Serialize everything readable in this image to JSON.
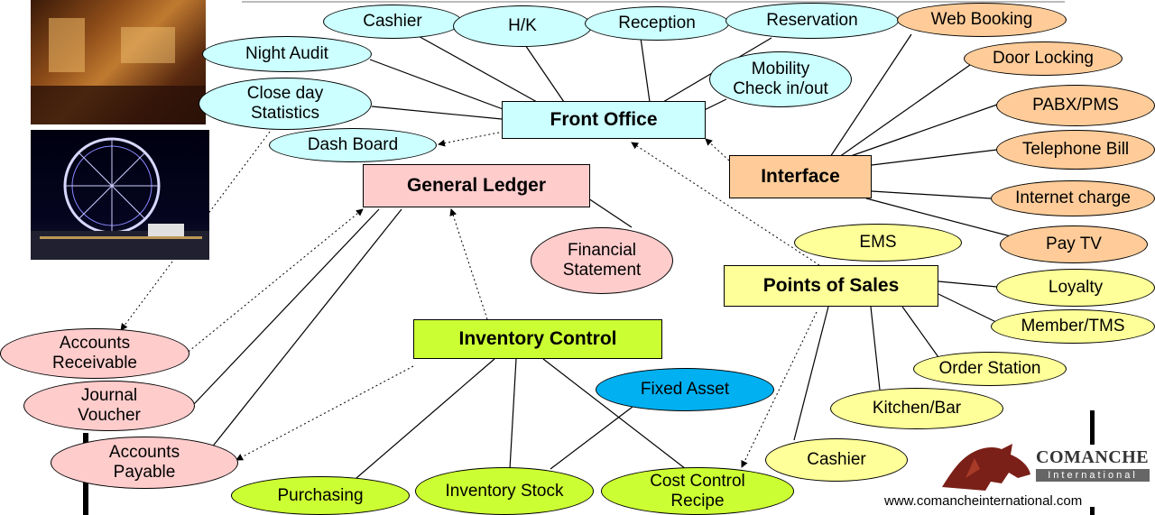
{
  "nodes": {
    "front_office": "Front Office",
    "general_ledger": "General Ledger",
    "interface": "Interface",
    "points_of_sales": "Points of Sales",
    "inventory_control": "Inventory Control",
    "cashier_fo": "Cashier",
    "hk": "H/K",
    "reception": "Reception",
    "reservation": "Reservation",
    "night_audit": "Night Audit",
    "mobility_checkin": "Mobility\nCheck in/out",
    "close_day_statistics": "Close day\nStatistics",
    "dash_board": "Dash Board",
    "web_booking": "Web Booking",
    "door_locking": "Door Locking",
    "pabx_pms": "PABX/PMS",
    "telephone_bill": "Telephone Bill",
    "internet_charge": "Internet charge",
    "pay_tv": "Pay TV",
    "ems": "EMS",
    "loyalty": "Loyalty",
    "member_tms": "Member/TMS",
    "order_station": "Order Station",
    "kitchen_bar": "Kitchen/Bar",
    "cashier_pos": "Cashier",
    "financial_statement": "Financial\nStatement",
    "accounts_receivable": "Accounts\nReceivable",
    "journal_voucher": "Journal\nVoucher",
    "accounts_payable": "Accounts\nPayable",
    "fixed_asset": "Fixed Asset",
    "purchasing": "Purchasing",
    "inventory_stock": "Inventory Stock",
    "cost_control_recipe": "Cost Control\nRecipe"
  },
  "logo": {
    "name": "COMANCHE",
    "sub": "International"
  },
  "website": "www.comancheinternational.com",
  "colors": {
    "front_office": "#ccffff",
    "interface": "#ffcc99",
    "general_ledger": "#ffcccc",
    "points_of_sales": "#ffff99",
    "inventory_control": "#ccff33",
    "fixed_asset": "#00b0f0"
  }
}
